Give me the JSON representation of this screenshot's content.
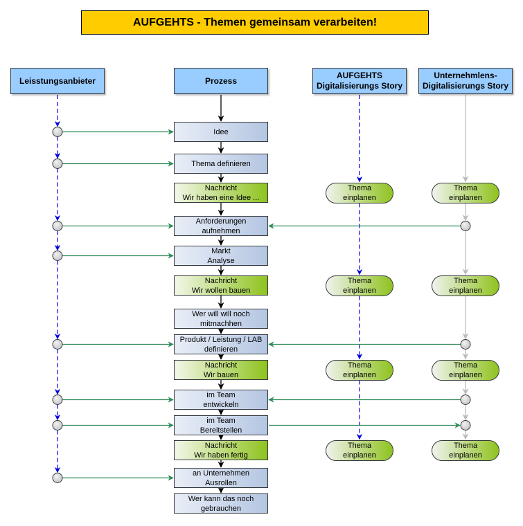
{
  "title": "AUFGEHTS - Themen gemeinsam verarbeiten!",
  "lanes": [
    {
      "id": "provider",
      "label": "Leisstungsanbieter"
    },
    {
      "id": "process",
      "label": "Prozess"
    },
    {
      "id": "aufgehts",
      "label": "AUFGEHTS\nDigitalisierungs Story"
    },
    {
      "id": "company",
      "label": "Unternehmlens-\nDigitalisierungs Story"
    }
  ],
  "process_steps": [
    {
      "label": "Idee",
      "type": "process"
    },
    {
      "label": "Thema definieren",
      "type": "process"
    },
    {
      "label": "Nachricht\nWir haben eine Idee ...",
      "type": "message"
    },
    {
      "label": "Anforderungen\naufnehmen",
      "type": "process"
    },
    {
      "label": "Markt\nAnalyse",
      "type": "process"
    },
    {
      "label": "Nachricht\nWir wollen bauen",
      "type": "message"
    },
    {
      "label": "Wer will will noch\nmitmachhen",
      "type": "process"
    },
    {
      "label": "Produkt / Leistung / LAB\ndefinieren",
      "type": "process"
    },
    {
      "label": "Nachricht\nWir bauen",
      "type": "message"
    },
    {
      "label": "im Team\nentwickeln",
      "type": "process"
    },
    {
      "label": "im Team\nBereitstellen",
      "type": "process"
    },
    {
      "label": "Nachricht\nWir haben fertig",
      "type": "message"
    },
    {
      "label": "an Unternehmen\nAusrollen",
      "type": "process"
    },
    {
      "label": "Wer kann das noch\ngebrauchen",
      "type": "process"
    }
  ],
  "story_tasks": {
    "label": "Thema\neinplanen",
    "rows": [
      2,
      5,
      8,
      11
    ]
  },
  "provider_links": [
    0,
    1,
    3,
    4,
    7,
    9,
    10,
    12
  ],
  "company_links_in": [
    3,
    7,
    9
  ],
  "company_links_out": [
    10
  ],
  "colors": {
    "title_bg": "#ffcc00",
    "lane_bg": "#99ccff",
    "flow_arrow": "#000000",
    "provider_line": "#0000dd",
    "company_line": "#bbbbbb",
    "link_line": "#2e8b57"
  }
}
